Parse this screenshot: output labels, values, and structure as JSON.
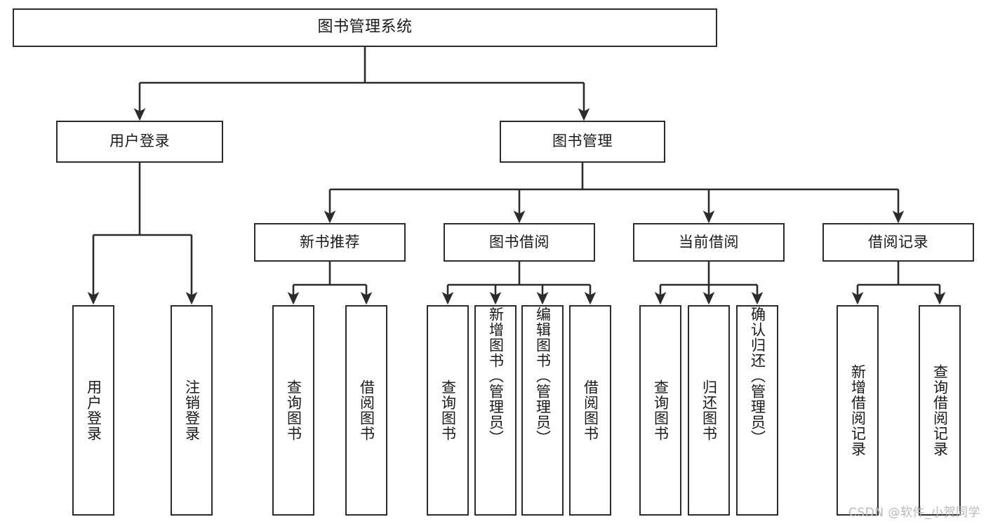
{
  "diagram": {
    "type": "tree-hierarchy",
    "title": "图书管理系统",
    "orientation": "top-down",
    "colors": {
      "stroke": "#2b2b2b",
      "box_fill": "#ffffff",
      "text": "#1a1a1a",
      "background": "#ffffff",
      "watermark": "#b9b9b9"
    },
    "root": {
      "label": "图书管理系统"
    },
    "level1": [
      {
        "label": "用户登录"
      },
      {
        "label": "图书管理"
      }
    ],
    "level2": [
      {
        "label": "新书推荐"
      },
      {
        "label": "图书借阅"
      },
      {
        "label": "当前借阅"
      },
      {
        "label": "借阅记录"
      }
    ],
    "leaves": {
      "user_login": [
        {
          "label": "用户登录"
        },
        {
          "label": "注销登录"
        }
      ],
      "new_book_recommend": [
        {
          "label": "查询图书"
        },
        {
          "label": "借阅图书"
        }
      ],
      "book_borrow": [
        {
          "label": "查询图书"
        },
        {
          "label": "新增图书（管理员）"
        },
        {
          "label": "编辑图书（管理员）"
        },
        {
          "label": "借阅图书"
        }
      ],
      "current_borrow": [
        {
          "label": "查询图书"
        },
        {
          "label": "归还图书"
        },
        {
          "label": "确认归还（管理员）"
        }
      ],
      "borrow_record": [
        {
          "label": "新增借阅记录"
        },
        {
          "label": "查询借阅记录"
        }
      ]
    },
    "watermark": "CSDN @软件_小贺同学"
  }
}
